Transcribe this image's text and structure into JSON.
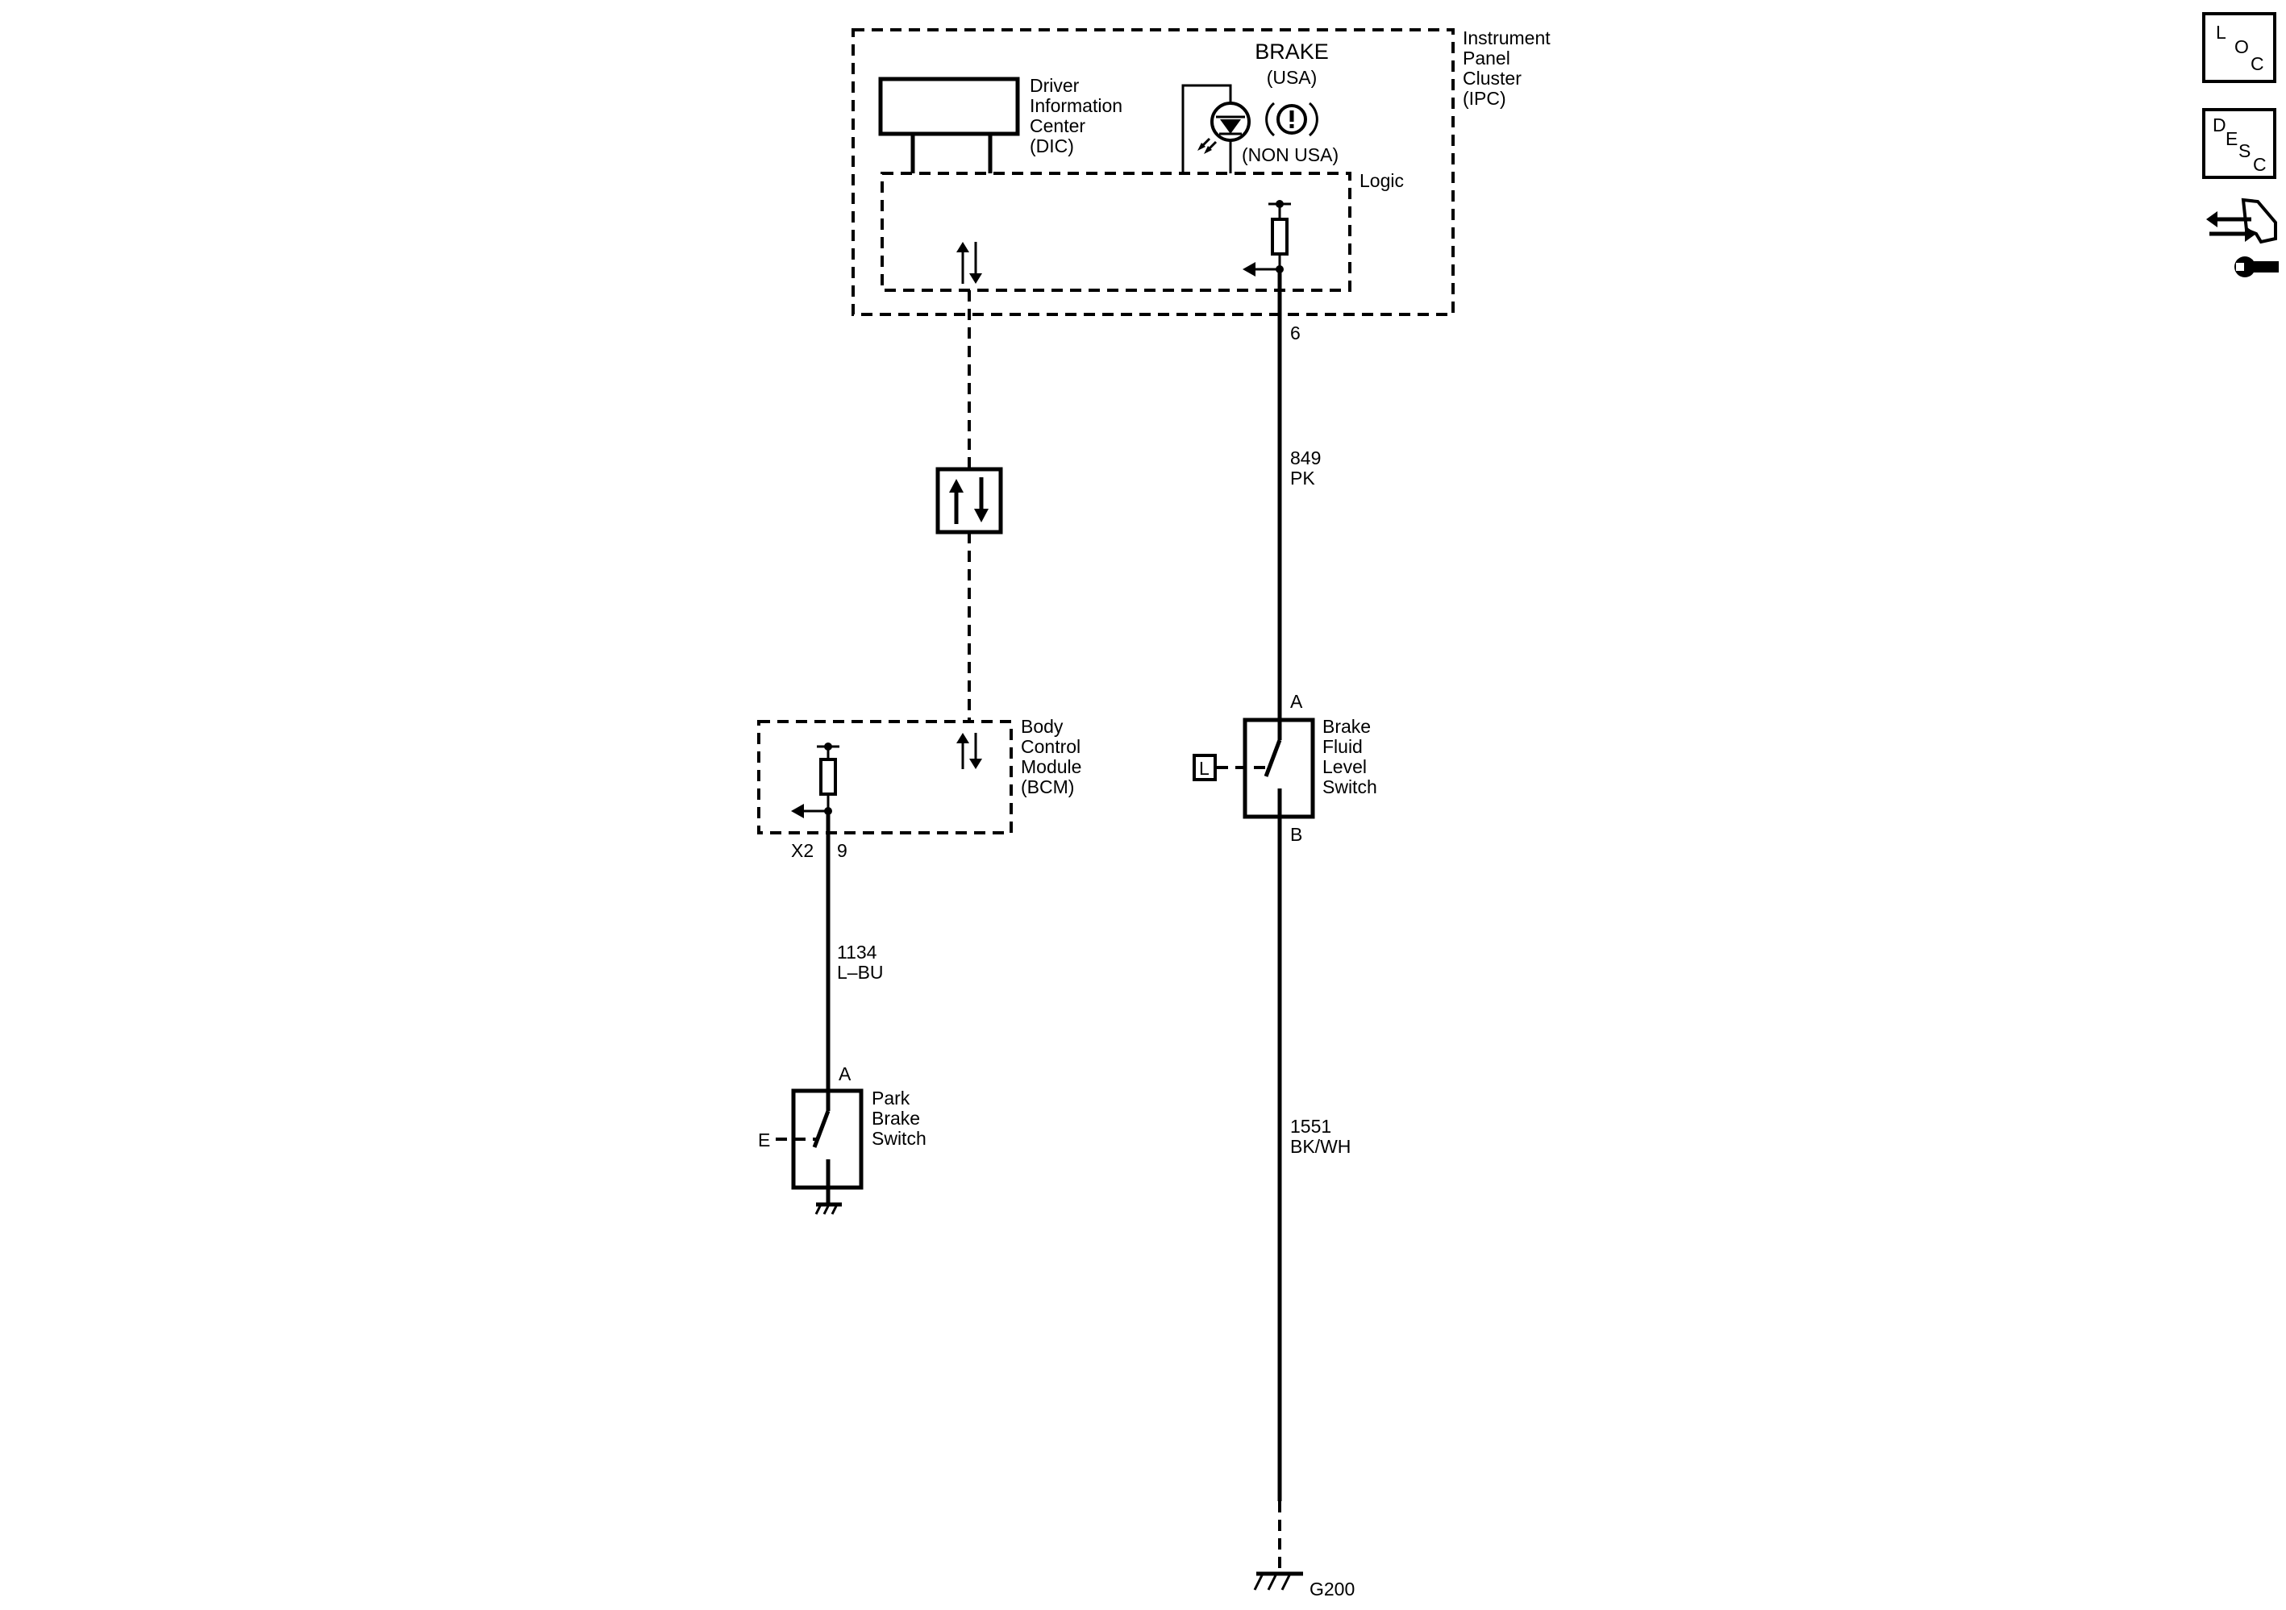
{
  "ipc": {
    "label_lines": [
      "Instrument",
      "Panel",
      "Cluster",
      "(IPC)"
    ],
    "dic_lines": [
      "Driver",
      "Information",
      "Center",
      "(DIC)"
    ],
    "brake_title": "BRAKE",
    "brake_usa": "(USA)",
    "brake_non_usa": "(NON USA)",
    "logic": "Logic",
    "pin": "6"
  },
  "wire_849": {
    "circuit": "849",
    "color": "PK"
  },
  "brake_fluid_switch": {
    "label_lines": [
      "Brake",
      "Fluid",
      "Level",
      "Switch"
    ],
    "terminal_top": "A",
    "terminal_bottom": "B",
    "loc_tag": "L"
  },
  "wire_1551": {
    "circuit": "1551",
    "color": "BK/WH"
  },
  "ground_g200": "G200",
  "bcm": {
    "label_lines": [
      "Body",
      "Control",
      "Module",
      "(BCM)"
    ],
    "connector": "X2",
    "pin": "9"
  },
  "wire_1134": {
    "circuit": "1134",
    "color": "L–BU"
  },
  "park_brake_switch": {
    "label_lines": [
      "Park",
      "Brake",
      "Switch"
    ],
    "terminal": "A",
    "loc_tag": "E"
  },
  "side_icons": {
    "loc": {
      "big": "L",
      "small": "O",
      "sub": "C"
    },
    "desc": {
      "big": "D",
      "small": "E",
      "sub": "S",
      "sub2": "C"
    },
    "tool_icon": "connector-wrench-icon"
  }
}
